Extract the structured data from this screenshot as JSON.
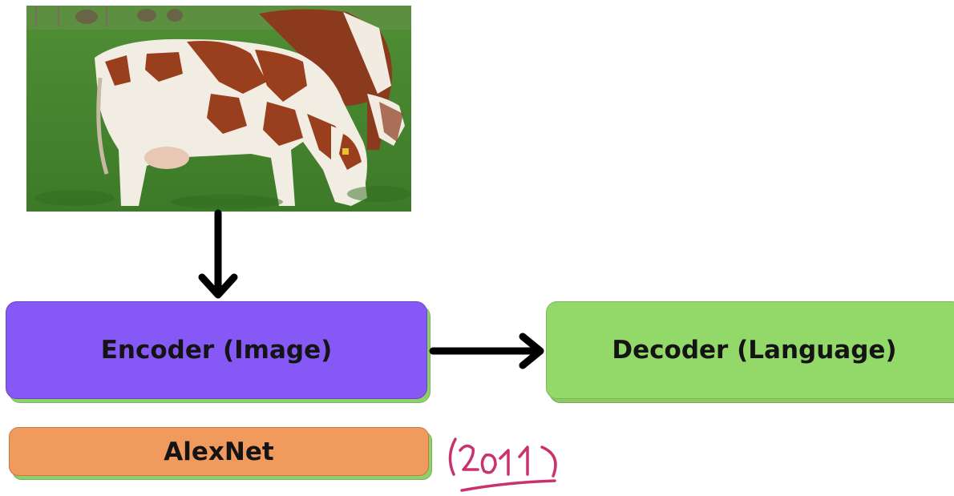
{
  "nodes": {
    "encoder_label": "Encoder (Image)",
    "decoder_label": "Decoder (Language)",
    "alexnet_label": "AlexNet"
  },
  "annotation": {
    "handwritten_year": "(2011)"
  },
  "colors": {
    "encoder": "#8658f6",
    "decoder": "#92d96a",
    "alexnet": "#f19a5d",
    "box_shadow": "#8ed16a",
    "arrow": "#000000",
    "annotation": "#c8336e"
  },
  "image": {
    "subject": "cows-grazing-photo"
  }
}
